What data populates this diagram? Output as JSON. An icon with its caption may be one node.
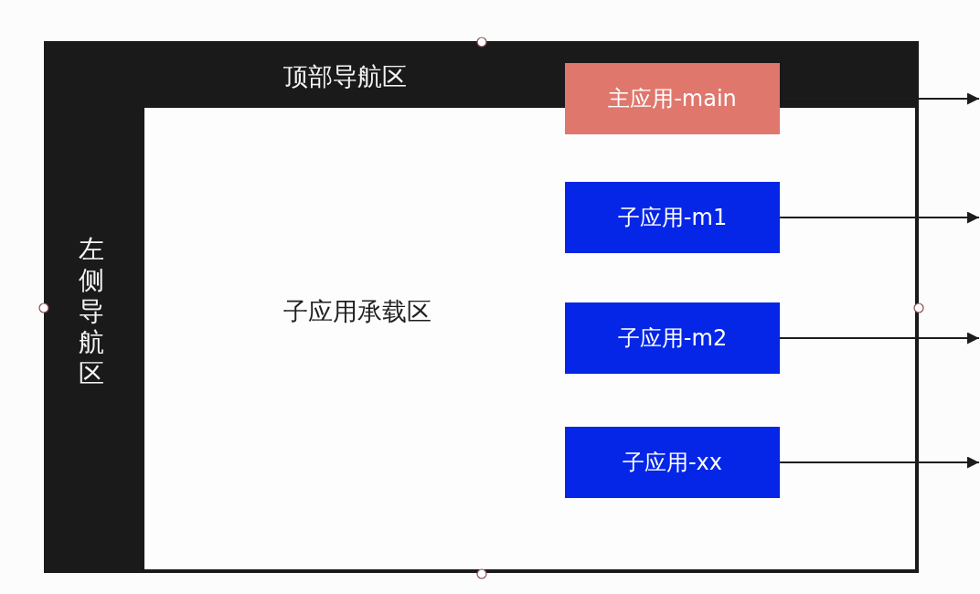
{
  "diagram": {
    "nodes": [
      {
        "text": [],
        "shape": "box"
      },
      {
        "text": [
          "顶部导航区"
        ],
        "in": 0
      },
      {
        "text": [
          "主应用-main"
        ],
        "in": 0
      },
      {
        "text": [
          "左侧导航区"
        ],
        "in": 0
      },
      {
        "text": [
          "子应用承载区"
        ],
        "in": 0
      },
      {
        "text": [
          "子应用-m1"
        ],
        "in": 4
      },
      {
        "text": [
          "子应用-m2"
        ],
        "in": 4
      },
      {
        "text": [
          "子应用-xx"
        ],
        "in": 4
      }
    ],
    "edges": [
      {
        "from": 2,
        "to": null,
        "arrow": "to"
      },
      {
        "from": 5,
        "to": null,
        "arrow": "to"
      },
      {
        "from": 6,
        "to": null,
        "arrow": "to"
      },
      {
        "from": 7,
        "to": null,
        "arrow": "to"
      }
    ]
  }
}
